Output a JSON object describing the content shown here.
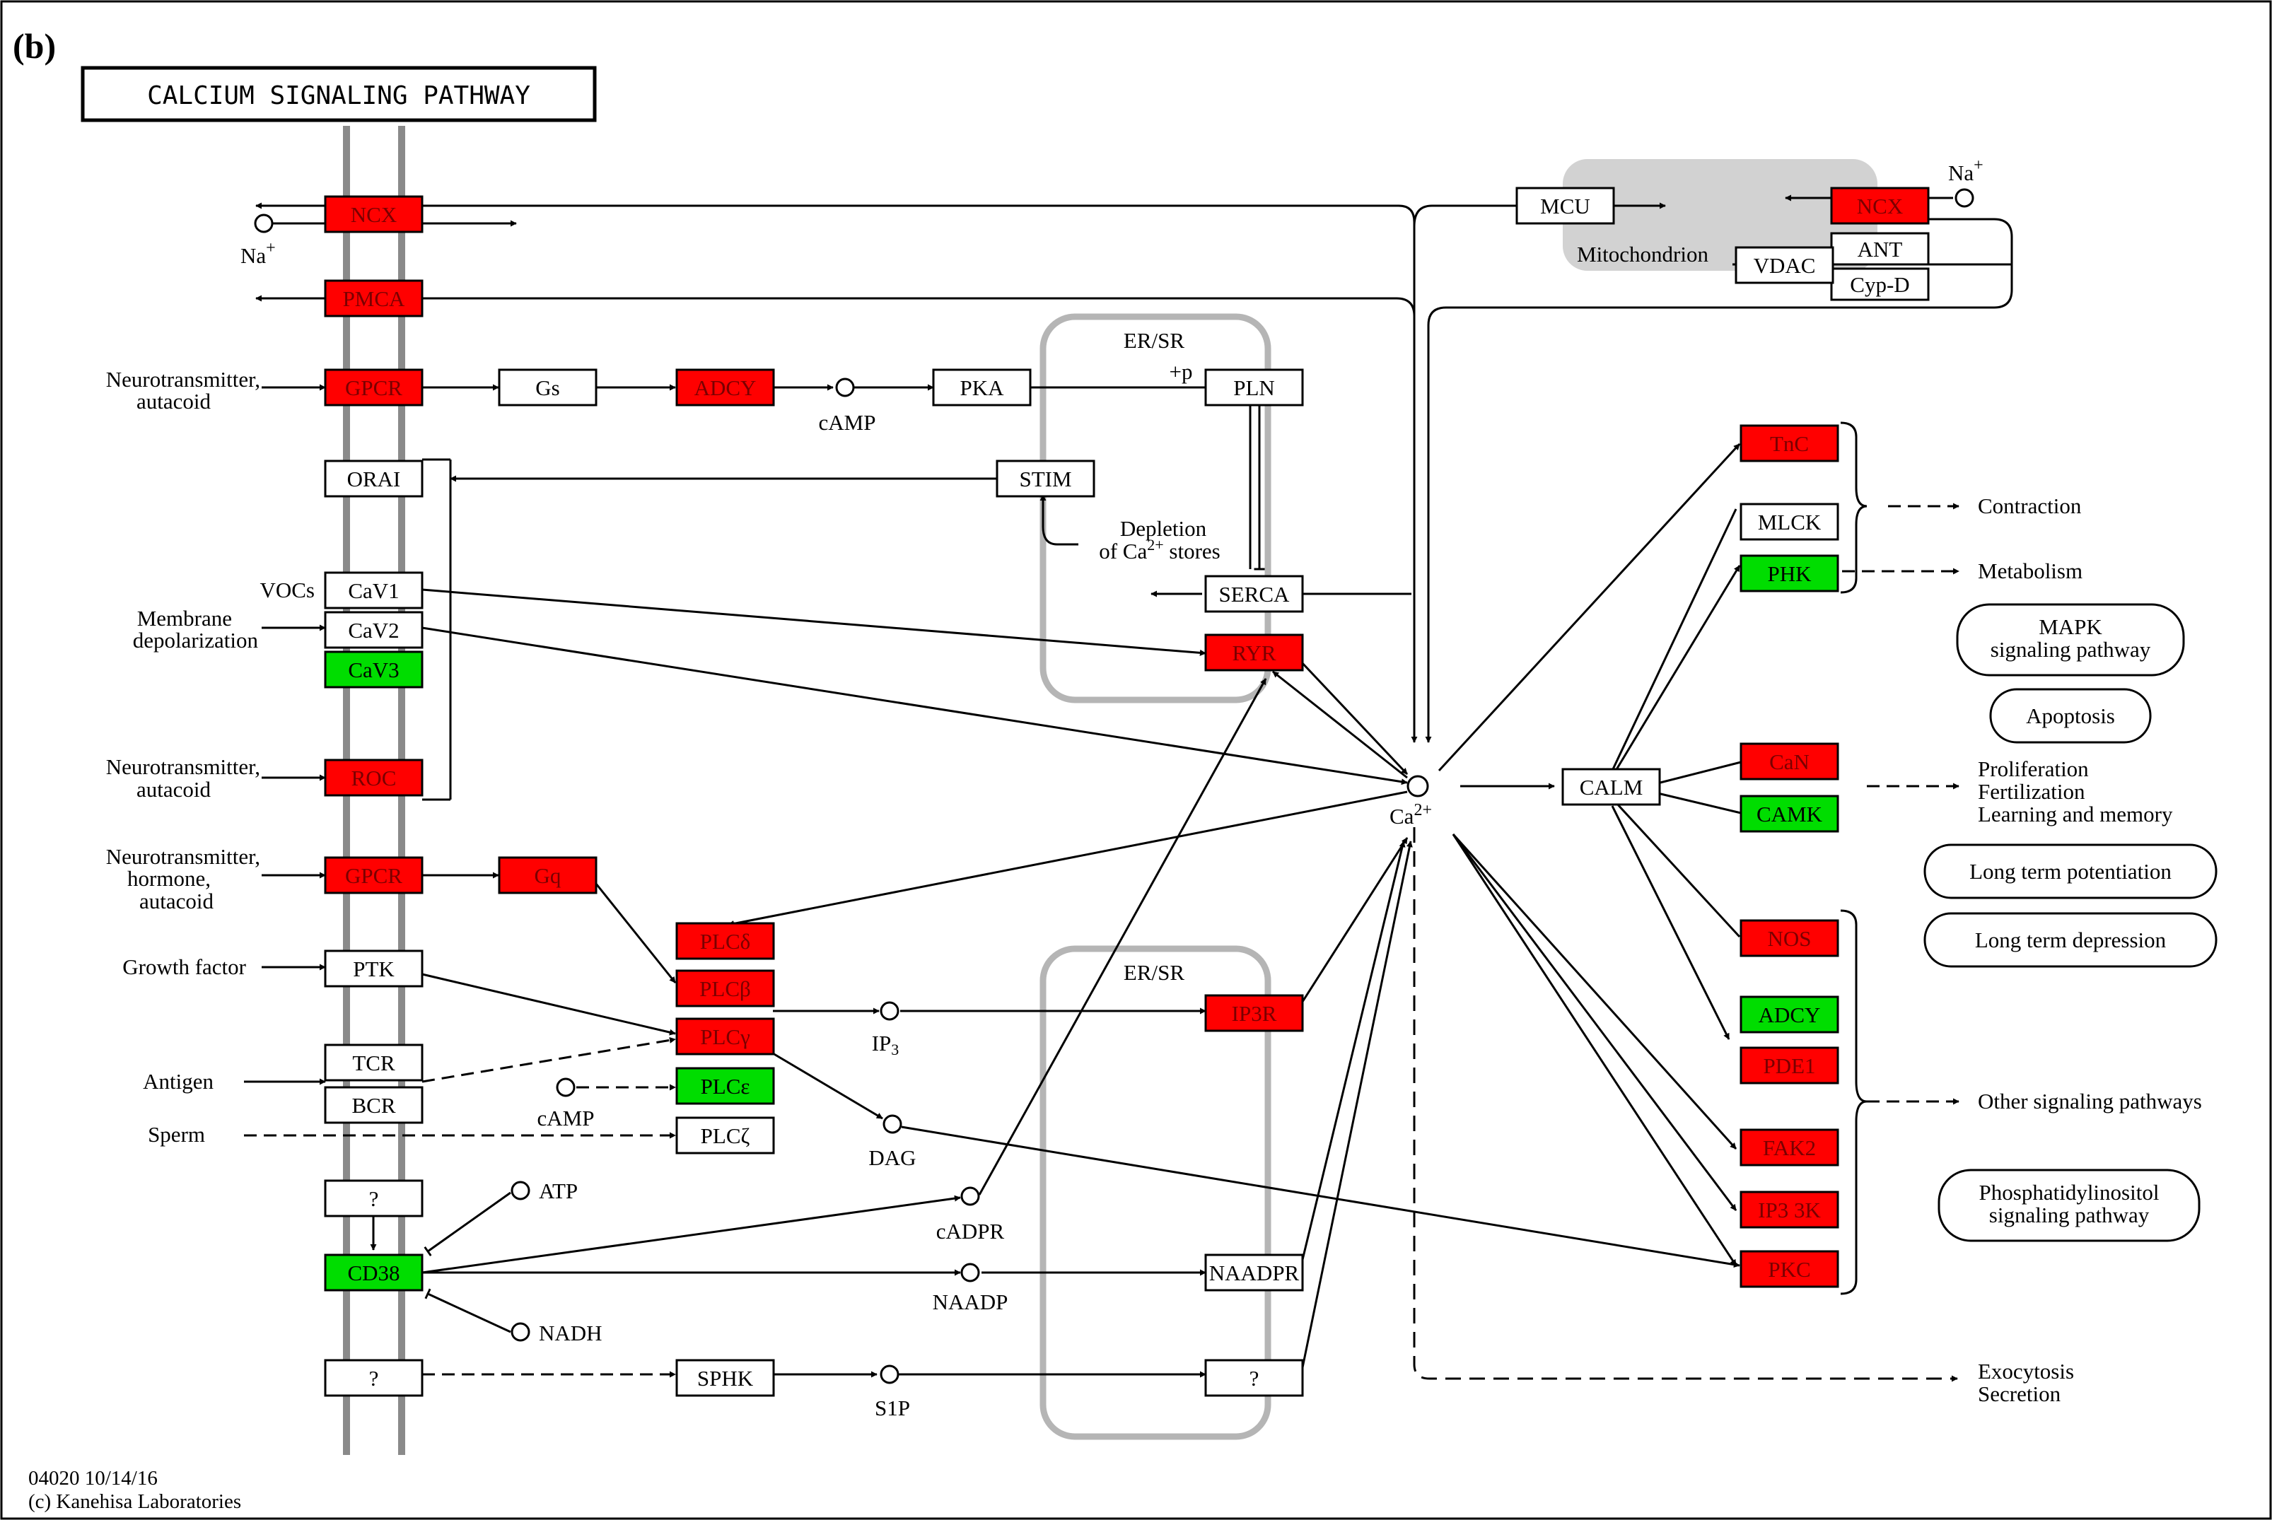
{
  "panel_label": "(b)",
  "title": "CALCIUM SIGNALING PATHWAY",
  "footer": {
    "code": "04020 10/14/16",
    "copyright": "(c) Kanehisa Laboratories"
  },
  "colors": {
    "red": "#ff0000",
    "green": "#00dd00",
    "white": "#ffffff",
    "membrane": "#8a8a8a",
    "er_outline": "#b5b5b5",
    "mito_fill": "#d2d2d2"
  },
  "nodes": {
    "ncx_left": {
      "label": "NCX",
      "color": "red"
    },
    "pmca": {
      "label": "PMCA",
      "color": "red"
    },
    "gpcr1": {
      "label": "GPCR",
      "color": "red"
    },
    "gs": {
      "label": "Gs",
      "color": "white"
    },
    "adcy1": {
      "label": "ADCY",
      "color": "red"
    },
    "pka": {
      "label": "PKA",
      "color": "white"
    },
    "pln": {
      "label": "PLN",
      "color": "white"
    },
    "orai": {
      "label": "ORAI",
      "color": "white"
    },
    "stim": {
      "label": "STIM",
      "color": "white"
    },
    "cav1": {
      "label": "CaV1",
      "color": "white"
    },
    "cav2": {
      "label": "CaV2",
      "color": "white"
    },
    "cav3": {
      "label": "CaV3",
      "color": "green"
    },
    "serca": {
      "label": "SERCA",
      "color": "white"
    },
    "ryr": {
      "label": "RYR",
      "color": "red"
    },
    "roc": {
      "label": "ROC",
      "color": "red"
    },
    "gpcr2": {
      "label": "GPCR",
      "color": "red"
    },
    "gq": {
      "label": "Gq",
      "color": "red"
    },
    "plcd": {
      "label": "PLCδ",
      "color": "red"
    },
    "plcb": {
      "label": "PLCβ",
      "color": "red"
    },
    "plcg": {
      "label": "PLCγ",
      "color": "red"
    },
    "plce": {
      "label": "PLCε",
      "color": "green"
    },
    "plcz": {
      "label": "PLCζ",
      "color": "white"
    },
    "ptk": {
      "label": "PTK",
      "color": "white"
    },
    "tcr": {
      "label": "TCR",
      "color": "white"
    },
    "bcr": {
      "label": "BCR",
      "color": "white"
    },
    "ip3r": {
      "label": "IP3R",
      "color": "red"
    },
    "unknown1": {
      "label": "?",
      "color": "white"
    },
    "cd38": {
      "label": "CD38",
      "color": "green"
    },
    "naadpr": {
      "label": "NAADPR",
      "color": "white"
    },
    "unknown2": {
      "label": "?",
      "color": "white"
    },
    "sphk": {
      "label": "SPHK",
      "color": "white"
    },
    "unknown3": {
      "label": "?",
      "color": "white"
    },
    "mcu": {
      "label": "MCU",
      "color": "white"
    },
    "ncx_mito": {
      "label": "NCX",
      "color": "red"
    },
    "ant": {
      "label": "ANT",
      "color": "white"
    },
    "cypd": {
      "label": "Cyp-D",
      "color": "white"
    },
    "vdac": {
      "label": "VDAC",
      "color": "white"
    },
    "calm": {
      "label": "CALM",
      "color": "white"
    },
    "tnc": {
      "label": "TnC",
      "color": "red"
    },
    "mlck": {
      "label": "MLCK",
      "color": "white"
    },
    "phk": {
      "label": "PHK",
      "color": "green"
    },
    "can": {
      "label": "CaN",
      "color": "red"
    },
    "camk": {
      "label": "CAMK",
      "color": "green"
    },
    "nos": {
      "label": "NOS",
      "color": "red"
    },
    "adcy2": {
      "label": "ADCY",
      "color": "green"
    },
    "pde1": {
      "label": "PDE1",
      "color": "red"
    },
    "fak2": {
      "label": "FAK2",
      "color": "red"
    },
    "ip33k": {
      "label": "IP3 3K",
      "color": "red"
    },
    "pkc": {
      "label": "PKC",
      "color": "red"
    }
  },
  "pathways": {
    "mapk": {
      "line1": "MAPK",
      "line2": "signaling pathway"
    },
    "apoptosis": {
      "line1": "Apoptosis"
    },
    "ltp": {
      "line1": "Long term potentiation"
    },
    "ltd": {
      "line1": "Long term depression"
    },
    "pi": {
      "line1": "Phosphatidylinositol",
      "line2": "signaling pathway"
    }
  },
  "labels": {
    "na_left": "Na",
    "na_right": "Na",
    "plus": "+",
    "nt1_a": "Neurotransmitter,",
    "nt1_b": "autacoid",
    "camp1": "cAMP",
    "er_top": "ER/SR",
    "er_bottom": "ER/SR",
    "plus_p": "+p",
    "depletion_a": "Depletion",
    "depletion_b1": "of Ca",
    "depletion_sup": "2+",
    "depletion_b2": " stores",
    "vocs": "VOCs",
    "membrane_a": "Membrane",
    "membrane_b": "depolarization",
    "nt2_a": "Neurotransmitter,",
    "nt2_b": "autacoid",
    "nt3_a": "Neurotransmitter,",
    "nt3_b": "hormone,",
    "nt3_c": "autacoid",
    "growth_factor": "Growth factor",
    "antigen": "Antigen",
    "sperm": "Sperm",
    "camp2": "cAMP",
    "ip3_base": "IP",
    "ip3_sub": "3",
    "dag": "DAG",
    "atp": "ATP",
    "nadh": "NADH",
    "cadpr": "cADPR",
    "naadp": "NAADP",
    "s1p": "S1P",
    "ca_base": "Ca",
    "ca_sup": "2+",
    "mitochondrion": "Mitochondrion",
    "contraction": "Contraction",
    "metabolism": "Metabolism",
    "proliferation": "Proliferation",
    "fertilization": "Fertilization",
    "learning": "Learning and memory",
    "other": "Other signaling pathways",
    "exocytosis": "Exocytosis",
    "secretion": "Secretion"
  }
}
